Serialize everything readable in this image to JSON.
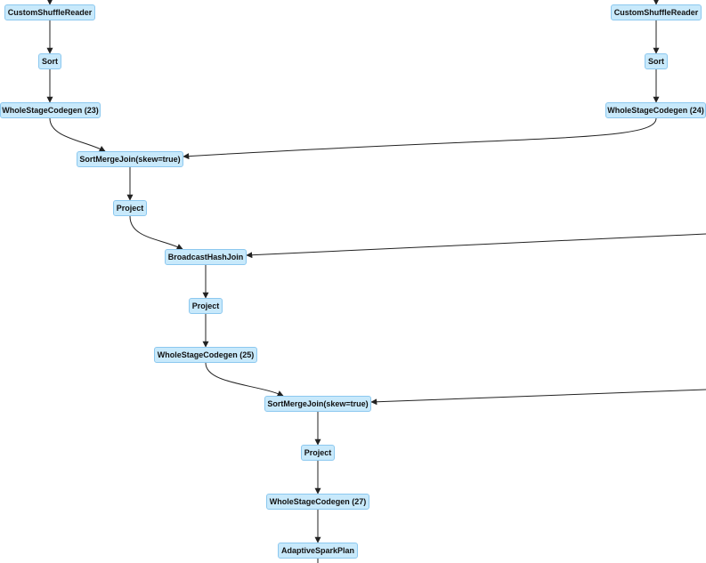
{
  "colors": {
    "node_fill": "#c8e9fb",
    "node_border": "#8cc8ef",
    "edge": "#222222",
    "text": "#111111"
  },
  "nodes": {
    "csr_left": "CustomShuffleReader",
    "csr_right": "CustomShuffleReader",
    "sort_left": "Sort",
    "sort_right": "Sort",
    "wsc23": "WholeStageCodegen (23)",
    "wsc24": "WholeStageCodegen (24)",
    "smj1": "SortMergeJoin(skew=true)",
    "project1": "Project",
    "bhj": "BroadcastHashJoin",
    "project2": "Project",
    "wsc25": "WholeStageCodegen (25)",
    "smj2": "SortMergeJoin(skew=true)",
    "project3": "Project",
    "wsc27": "WholeStageCodegen (27)",
    "asp": "AdaptiveSparkPlan"
  }
}
